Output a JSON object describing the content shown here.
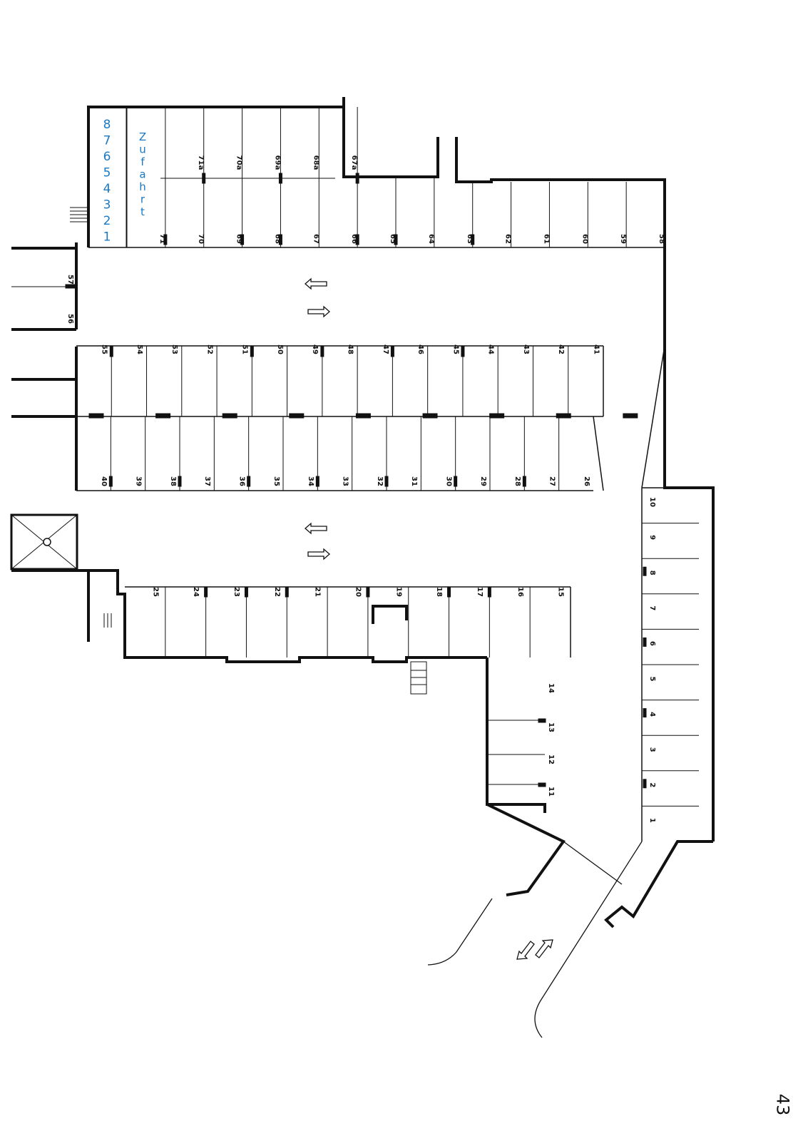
{
  "page_number": "43",
  "access_label": [
    "Z",
    "u",
    "f",
    "a",
    "h",
    "r",
    "t"
  ],
  "annex_numbers": [
    "8",
    "7",
    "6",
    "5",
    "4",
    "3",
    "2",
    "1"
  ],
  "top_row_a": [
    "71a",
    "70a",
    "69a",
    "68a",
    "67a"
  ],
  "top_row": [
    "71",
    "70",
    "69",
    "68",
    "67",
    "66",
    "65",
    "64",
    "63",
    "62",
    "61",
    "60",
    "59",
    "58"
  ],
  "upper_pair": [
    "57",
    "56"
  ],
  "middle_upper": [
    "55",
    "54",
    "53",
    "52",
    "51",
    "50",
    "49",
    "48",
    "47",
    "46",
    "45",
    "44",
    "43",
    "42",
    "41"
  ],
  "middle_lower": [
    "40",
    "39",
    "38",
    "37",
    "36",
    "35",
    "34",
    "33",
    "32",
    "31",
    "30",
    "29",
    "28",
    "27",
    "26"
  ],
  "lower_row": [
    "25",
    "24",
    "23",
    "22",
    "21",
    "20",
    "19",
    "18",
    "17",
    "16",
    "15"
  ],
  "side_block": [
    "14",
    "13",
    "12",
    "11"
  ],
  "right_column": [
    "10",
    "9",
    "8",
    "7",
    "6",
    "5",
    "4",
    "3",
    "2",
    "1"
  ],
  "colors": {
    "line": "#111111",
    "blue": "#1b78c2"
  }
}
